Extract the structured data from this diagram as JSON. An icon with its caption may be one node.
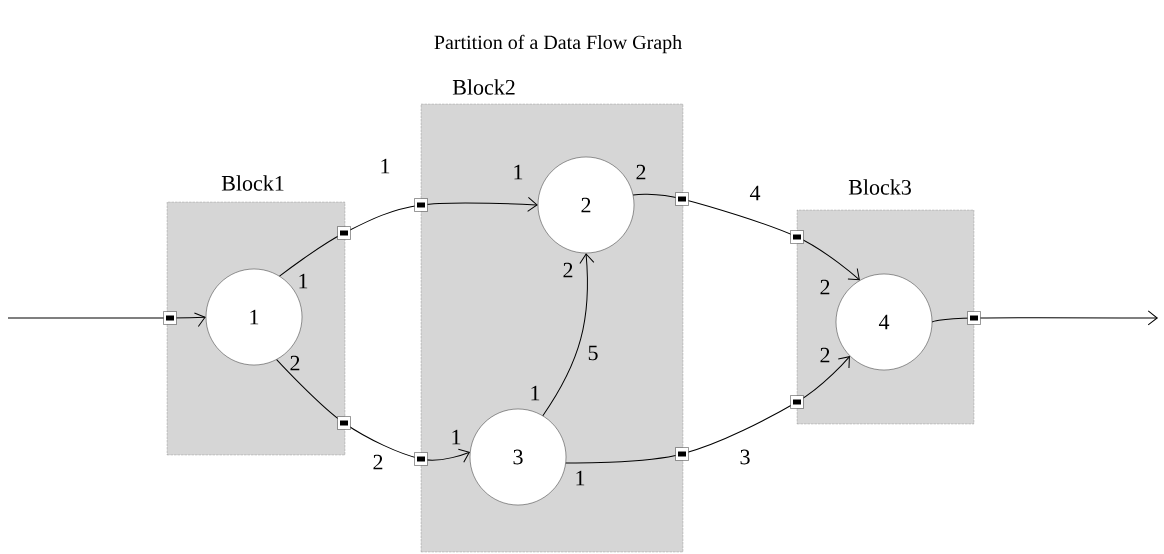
{
  "diagram": {
    "title": "Partition of a Data Flow Graph",
    "nodes": [
      {
        "text": [
          "Block1"
        ]
      },
      {
        "text": [
          "Block2"
        ]
      },
      {
        "text": [
          "Block3"
        ]
      },
      {
        "text": [
          "1"
        ],
        "in": 0
      },
      {
        "text": [
          "2"
        ],
        "in": 1
      },
      {
        "text": [
          "3"
        ],
        "in": 1
      },
      {
        "text": [
          "4"
        ],
        "in": 2
      }
    ],
    "edges": [
      {
        "from": null,
        "to": 3,
        "arrow": "to"
      },
      {
        "from": 3,
        "to": 4,
        "arrow": "to",
        "label": "1"
      },
      {
        "from": 3,
        "to": 5,
        "arrow": "to",
        "label": "2"
      },
      {
        "from": 5,
        "to": 4,
        "arrow": "to",
        "label": "5"
      },
      {
        "from": 4,
        "to": 6,
        "arrow": "to",
        "label": "4"
      },
      {
        "from": 5,
        "to": 6,
        "arrow": "to",
        "label": "3"
      },
      {
        "from": 6,
        "to": null,
        "arrow": "to"
      }
    ],
    "labels": [
      "1",
      "2",
      "2",
      "1",
      "2",
      "2",
      "2",
      "1",
      "1",
      "1"
    ]
  }
}
